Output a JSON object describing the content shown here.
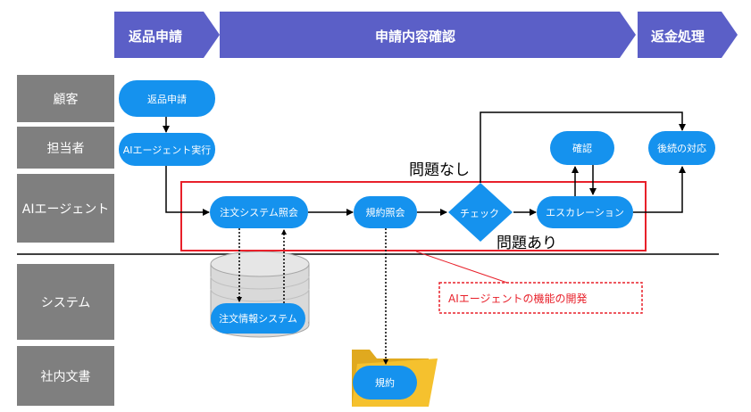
{
  "phases": {
    "p1": "返品申請",
    "p2": "申請内容確認",
    "p3": "返金処理"
  },
  "lanes": {
    "customer": "顧客",
    "staff": "担当者",
    "ai_agent": "AIエージェント",
    "system": "システム",
    "internal_docs": "社内文書"
  },
  "nodes": {
    "return_request": "返品申請",
    "ai_run": "AIエージェント実行",
    "order_query": "注文システム照会",
    "rules_query": "規約照会",
    "check": "チェック",
    "escalation": "エスカレーション",
    "confirm": "確認",
    "followup": "後続の対応",
    "order_info_system": "注文情報システム",
    "rules_doc": "規約"
  },
  "labels": {
    "no_problem": "問題なし",
    "has_problem": "問題あり",
    "dev_scope": "AIエージェントの機能の開発"
  },
  "colors": {
    "phase_fill": "#5b5fc7",
    "lane_fill": "#7f7f7f",
    "node_fill": "#1592ee",
    "highlight": "#e8202a",
    "folder": "#f5c12e"
  }
}
